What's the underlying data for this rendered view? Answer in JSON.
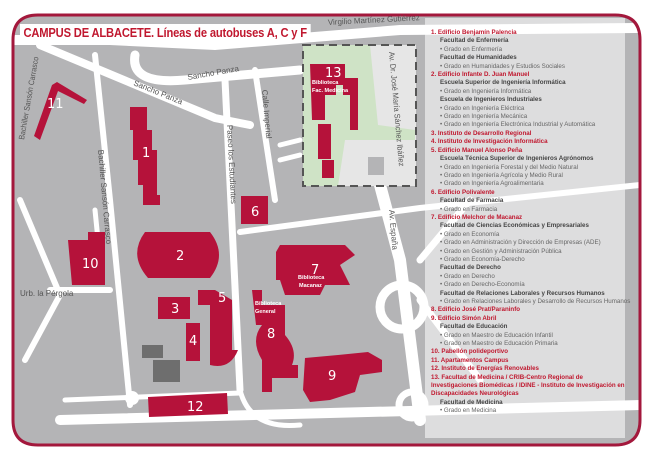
{
  "title": "CAMPUS DE ALBACETE. Líneas de autobuses A, C y F",
  "colors": {
    "building": "#b5123a",
    "ground": "#b4b4b6",
    "road": "#ffffff",
    "frame": "#a3183c",
    "green": "#cfe3c6",
    "accent": "#c0182f"
  },
  "streets": [
    "Virgilio Martínez Gutiérrez",
    "Bachiller Sansón Carrasco",
    "Sancho Panza",
    "Sancho Panza",
    "Calle Imperial",
    "Paseo los Estudiantes",
    "Bachiller Sansón Carrasco",
    "Av. Dr. José María Sánchez Ibáñez",
    "Av. España",
    "Urb. la Pérgola"
  ],
  "buildings": {
    "b1": "1",
    "b2": "2",
    "b3": "3",
    "b4": "4",
    "b5": "5",
    "b6": "6",
    "b7": "7",
    "b8": "8",
    "b9": "9",
    "b10": "10",
    "b11": "11",
    "b12": "12",
    "b13": "13"
  },
  "libraries": {
    "l7a": "Biblioteca",
    "l7b": "Macanaz",
    "l8a": "Biblioteca",
    "l8b": "General",
    "l13a": "Biblioteca",
    "l13b": "Fac. Medicina"
  },
  "legend": [
    {
      "title": "1. Edificio Benjamín Palencia",
      "groups": [
        {
          "faculty": "Facultad de Enfermería",
          "degrees": [
            "Grado en Enfermería"
          ]
        },
        {
          "faculty": "Facultad de Humanidades",
          "degrees": [
            "Grado en Humanidades y Estudios Sociales"
          ]
        }
      ]
    },
    {
      "title": "2. Edificio Infante D. Juan Manuel",
      "groups": [
        {
          "faculty": "Escuela Superior de Ingeniería Informática",
          "degrees": [
            "Grado en Ingeniería Informática"
          ]
        },
        {
          "faculty": "Escuela de Ingenieros Industriales",
          "degrees": [
            "Grado en Ingeniería Eléctrica",
            "Grado en Ingeniería Mecánica",
            "Grado en Ingeniería Electrónica Industrial y Automática"
          ]
        }
      ]
    },
    {
      "title": "3. Instituto de Desarrollo Regional",
      "groups": []
    },
    {
      "title": "4. Instituto de Investigación Informática",
      "groups": []
    },
    {
      "title": "5. Edificio Manuel Alonso Peña",
      "groups": [
        {
          "faculty": "Escuela Técnica Superior de Ingenieros Agrónomos",
          "degrees": [
            "Grado en Ingeniería Forestal y del Medio Natural",
            "Grado en Ingeniería Agrícola y Medio Rural",
            "Grado en Ingeniería Agroalimentaria"
          ]
        }
      ]
    },
    {
      "title": "6. Edificio Polivalente",
      "groups": [
        {
          "faculty": "Facultad de Farmacia",
          "degrees": [
            "Grado en Farmacia"
          ]
        }
      ]
    },
    {
      "title": "7. Edificio Melchor de Macanaz",
      "groups": [
        {
          "faculty": "Facultad de Ciencias Económicas y Empresariales",
          "degrees": [
            "Grado en Economía",
            "Grado en Administración y Dirección de Empresas (ADE)",
            "Grado en Gestión y Administración Pública",
            "Grado en Economía-Derecho"
          ]
        },
        {
          "faculty": "Facultad de Derecho",
          "degrees": [
            "Grado en Derecho",
            "Grado en Derecho-Economía"
          ]
        },
        {
          "faculty": "Facultad de Relaciones Laborales y Recursos Humanos",
          "degrees": [
            "Grado en Relaciones Laborales y Desarrollo de Recursos Humanos"
          ]
        }
      ]
    },
    {
      "title": "8. Edificio José Prat/Paraninfo",
      "groups": []
    },
    {
      "title": "9. Edificio Simón Abril",
      "groups": [
        {
          "faculty": "Facultad de Educación",
          "degrees": [
            "Grado en Maestro de Educación Infantil",
            "Grado en Maestro de Educación Primaria"
          ]
        }
      ]
    },
    {
      "title": "10. Pabellón polideportivo",
      "groups": []
    },
    {
      "title": "11. Apartamentos Campus",
      "groups": []
    },
    {
      "title": "12. Instituto de Energías Renovables",
      "groups": []
    },
    {
      "title": "13. Facultad de Medicina / CRIB-Centro Regional de Investigaciones Biomédicas / IDINE - Instituto de Investigación en Discapacidades Neurológicas",
      "groups": [
        {
          "faculty": "Facultad de Medicina",
          "degrees": [
            "Grado en Medicina"
          ]
        }
      ]
    }
  ]
}
